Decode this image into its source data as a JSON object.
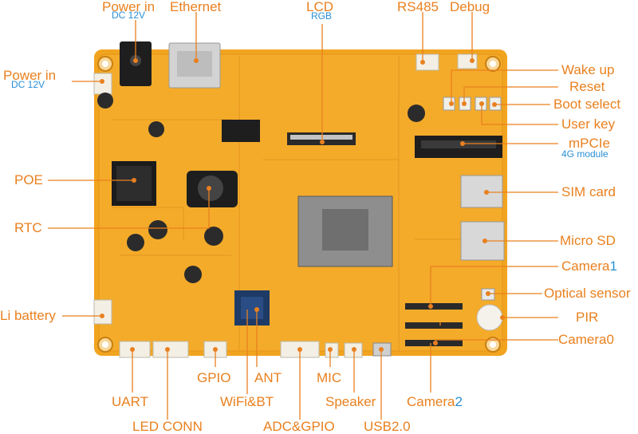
{
  "labels": {
    "power_in_top": "Power in",
    "power_in_top_sub": "DC 12V",
    "ethernet": "Ethernet",
    "lcd": "LCD",
    "lcd_sub": "RGB",
    "rs485": "RS485",
    "debug": "Debug",
    "power_in_left": "Power in",
    "power_in_left_sub": "DC 12V",
    "wake_up": "Wake up",
    "reset": "Reset",
    "boot_select": "Boot select",
    "user_key": "User key",
    "mpcie": "mPCIe",
    "mpcie_sub": "4G module",
    "poe": "POE",
    "sim_card": "SIM card",
    "rtc": "RTC",
    "micro_sd": "Micro SD",
    "camera1_text": "Camera",
    "camera1_num": "1",
    "optical_sensor": "Optical sensor",
    "li_battery": "Li battery",
    "pir": "PIR",
    "camera0": "Camera0",
    "gpio": "GPIO",
    "ant": "ANT",
    "mic": "MIC",
    "uart": "UART",
    "wifi_bt": "WiFi&BT",
    "speaker": "Speaker",
    "camera2_text": "Camera",
    "camera2_num": "2",
    "led_conn": "LED CONN",
    "adc_gpio": "ADC&GPIO",
    "usb": "USB2.0"
  },
  "colors": {
    "label": "#e9801f",
    "sublabel": "#2a8fd6",
    "board": "#f2a41f",
    "board_dark": "#d98a12",
    "leader": "#e9801f"
  }
}
